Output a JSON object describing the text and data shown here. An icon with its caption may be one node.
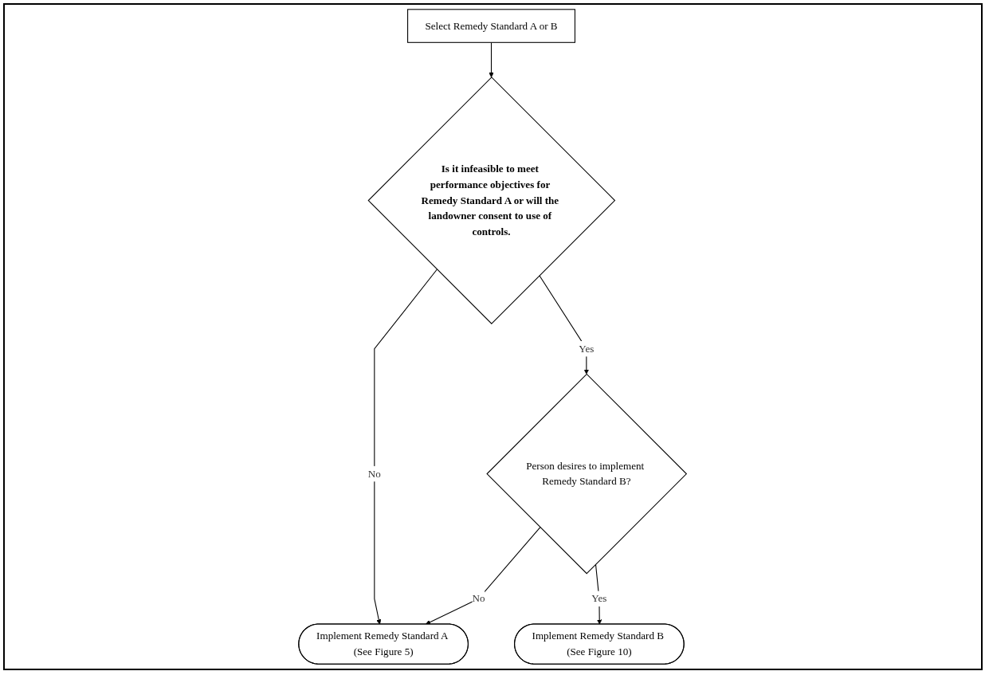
{
  "diagram": {
    "nodes": [
      {
        "text": [
          "Select Remedy Standard A or B"
        ]
      },
      {
        "text": [
          "Is it infeasible to meet performance objectives for Remedy Standard A or will the landowner consent to use of controls."
        ]
      },
      {
        "text": [
          "Person desires to implement Remedy Standard B?"
        ]
      },
      {
        "text": [
          "Implement Remedy Standard A (See Figure 5)"
        ]
      },
      {
        "text": [
          "Implement Remedy Standard B (See Figure 10)"
        ]
      }
    ],
    "edges": [
      {
        "from": 0,
        "to": 1,
        "arrow": "to"
      },
      {
        "from": 1,
        "to": 2,
        "label": "Yes",
        "arrow": "to"
      },
      {
        "from": 1,
        "to": 3,
        "label": "No",
        "arrow": "to"
      },
      {
        "from": 2,
        "to": 3,
        "label": "No",
        "arrow": "to"
      },
      {
        "from": 2,
        "to": 4,
        "label": "Yes",
        "arrow": "to"
      }
    ]
  }
}
